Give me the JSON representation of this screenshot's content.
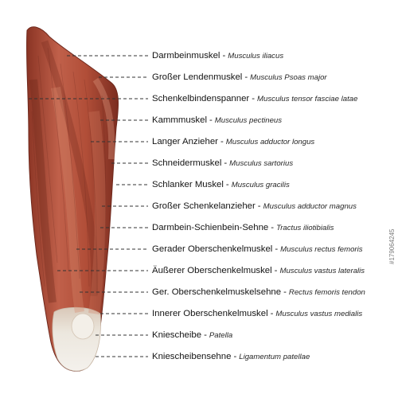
{
  "labels": [
    {
      "common": "Darmbeinmuskel",
      "latin": "Musculus iliacus"
    },
    {
      "common": "Großer Lendenmuskel",
      "latin": "Musculus Psoas major"
    },
    {
      "common": "Schenkelbindenspanner",
      "latin": "Musculus tensor fasciae latae"
    },
    {
      "common": "Kammmuskel",
      "latin": "Musculus pectineus"
    },
    {
      "common": "Langer Anzieher",
      "latin": "Musculus adductor longus"
    },
    {
      "common": "Schneidermuskel",
      "latin": "Musculus sartorius"
    },
    {
      "common": "Schlanker Muskel",
      "latin": "Musculus gracilis"
    },
    {
      "common": "Großer Schenkelanzieher",
      "latin": "Musculus adductor magnus"
    },
    {
      "common": "Darmbein-Schienbein-Sehne",
      "latin": "Tractus iliotibialis"
    },
    {
      "common": "Gerader Oberschenkelmuskel",
      "latin": "Musculus rectus femoris"
    },
    {
      "common": "Äußerer Oberschenkelmuskel",
      "latin": "Musculus vastus lateralis"
    },
    {
      "common": "Ger. Oberschenkelmuskelsehne",
      "latin": "Rectus femoris tendon"
    },
    {
      "common": "Innerer Oberschenkelmuskel",
      "latin": "Musculus vastus medialis"
    },
    {
      "common": "Kniescheibe",
      "latin": "Patella"
    },
    {
      "common": "Kniescheibensehne",
      "latin": "Ligamentum patellae"
    }
  ],
  "separator": "-",
  "watermark": "#179064245",
  "colors": {
    "muscle": "#b5523a",
    "muscle_dark": "#7e2f22",
    "muscle_light": "#d98c70",
    "tendon": "#e9e3d8",
    "leader": "#333333"
  }
}
